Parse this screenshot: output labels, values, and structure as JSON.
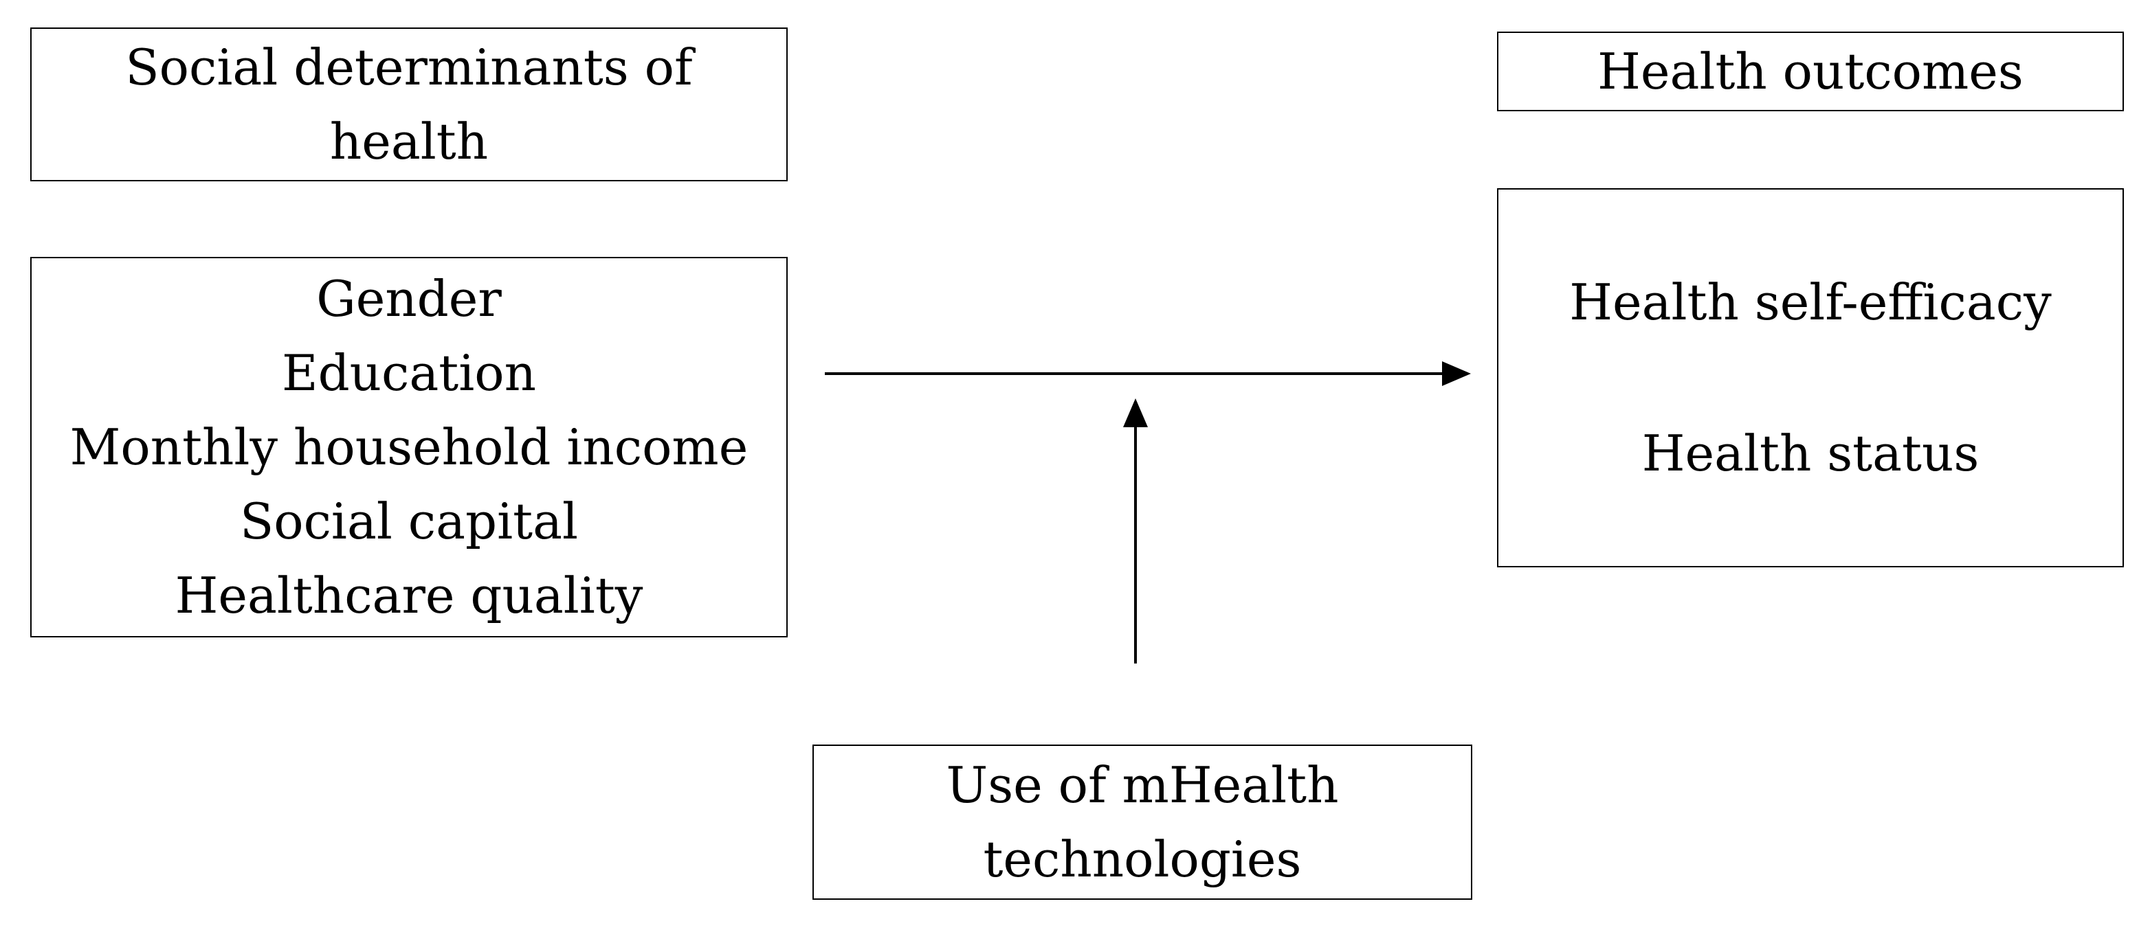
{
  "social_determinants": {
    "header": [
      "Social determinants of",
      "health"
    ],
    "items": [
      "Gender",
      "Education",
      "Monthly household income",
      "Social capital",
      "Healthcare quality"
    ]
  },
  "health_outcomes": {
    "header": "Health outcomes",
    "items": [
      "Health self-efficacy",
      "Health status"
    ]
  },
  "moderator": {
    "label": [
      "Use of mHealth",
      "technologies"
    ]
  },
  "colors": {
    "line": "#000000",
    "background": "#ffffff"
  }
}
